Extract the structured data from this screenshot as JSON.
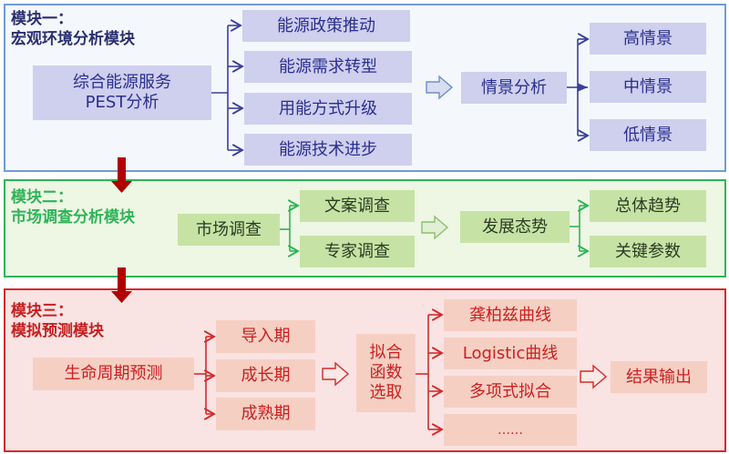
{
  "module1": {
    "title_line1": "模块一：",
    "title_line2": "宏观环境分析模块",
    "source": {
      "line1": "综合能源服务",
      "line2": "PEST分析"
    },
    "factors": [
      "能源政策推动",
      "能源需求转型",
      "用能方式升级",
      "能源技术进步"
    ],
    "analysis": "情景分析",
    "scenarios": [
      "高情景",
      "中情景",
      "低情景"
    ],
    "colors": {
      "border": "#6f9bd8",
      "box": "#cfcfee",
      "text": "#2a2f8f",
      "title": "#2a2f6f"
    }
  },
  "module2": {
    "title_line1": "模块二：",
    "title_line2": "市场调查分析模块",
    "source": "市场调查",
    "methods": [
      "文案调查",
      "专家调查"
    ],
    "analysis": "发展态势",
    "outputs": [
      "总体趋势",
      "关键参数"
    ],
    "colors": {
      "border": "#2fb457",
      "box": "#c6e3a5",
      "text": "#2c3a22",
      "title": "#2fb457"
    }
  },
  "module3": {
    "title_line1": "模块三：",
    "title_line2": "模拟预测模块",
    "source": "生命周期预测",
    "stages": [
      "导入期",
      "成长期",
      "成熟期"
    ],
    "fit_selection": {
      "line1": "拟合",
      "line2": "函数",
      "line3": "选取"
    },
    "functions": [
      "龚柏兹曲线",
      "Logistic曲线",
      "多项式拟合",
      "……"
    ],
    "result": "结果输出",
    "colors": {
      "border": "#d42a2a",
      "box": "#f6cfc3",
      "text": "#cc1f1f",
      "title": "#c81e1e"
    }
  },
  "flow_arrow_color": "#b00000"
}
